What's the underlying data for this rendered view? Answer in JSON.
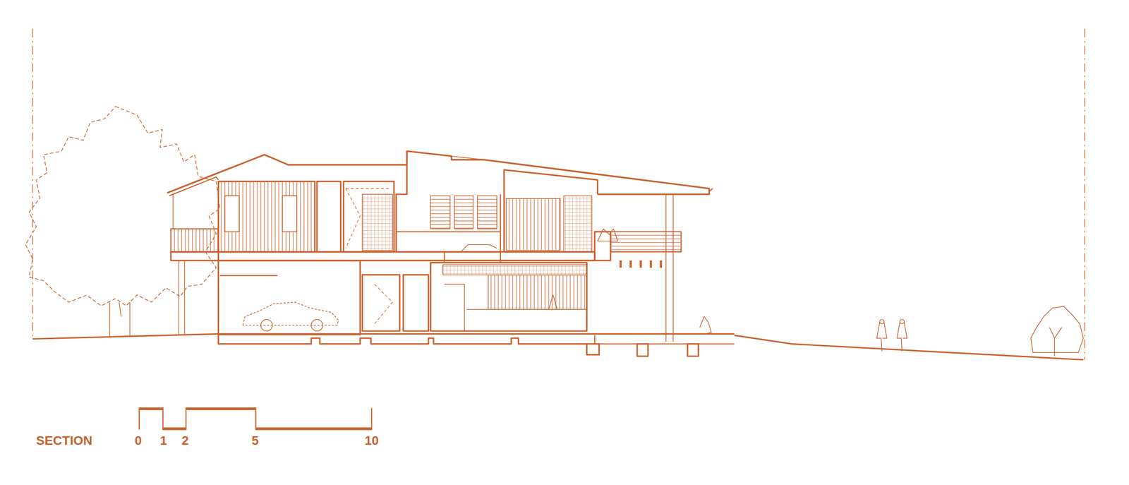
{
  "diagram": {
    "title": "SECTION",
    "labels": [
      "0",
      "1",
      "2",
      "5",
      "10"
    ]
  }
}
